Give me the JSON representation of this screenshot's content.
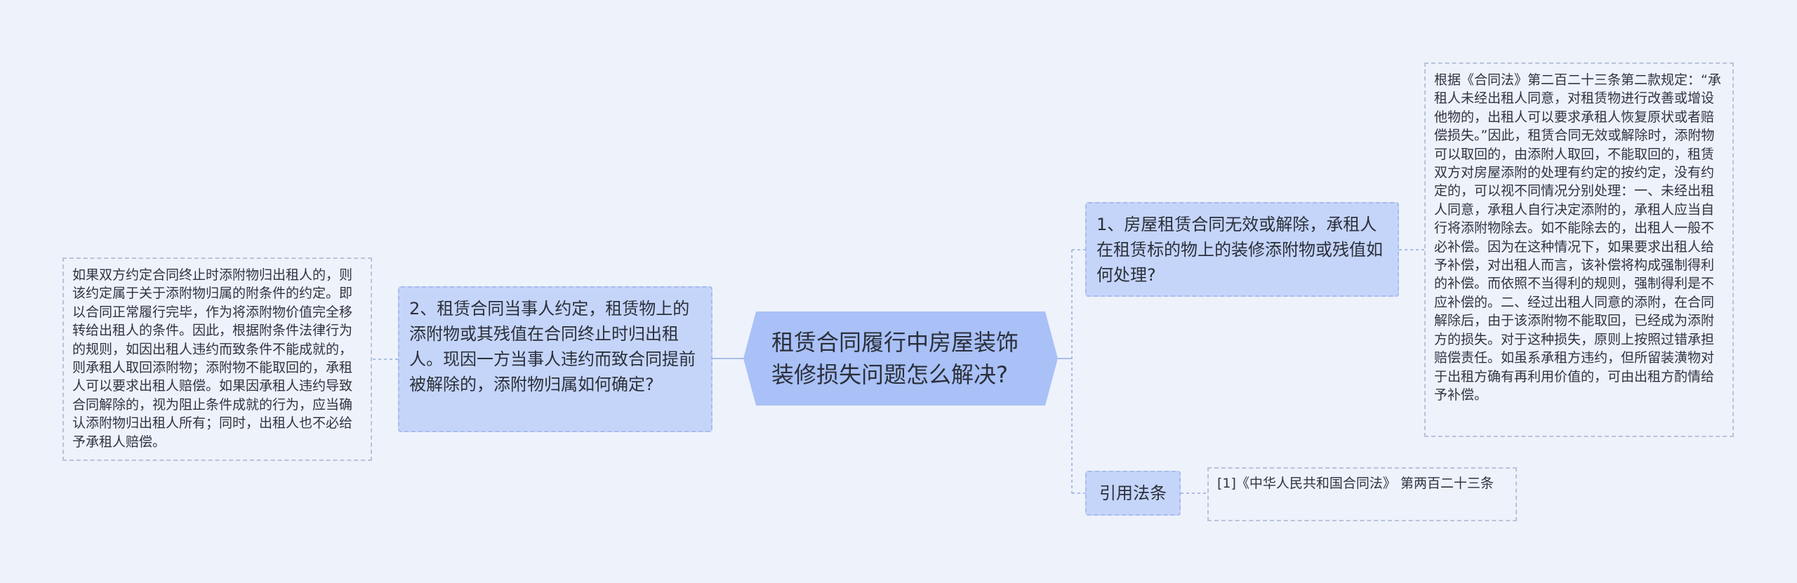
{
  "root": {
    "title": "租赁合同履行中房屋装饰装修损失问题怎么解决?"
  },
  "topics": [
    {
      "label": "1、房屋租赁合同无效或解除，承租人在租赁标的物上的装修添附物或残值如何处理?",
      "detail": "根据《合同法》第二百二十三条第二款规定：“承租人未经出租人同意，对租赁物进行改善或增设他物的，出租人可以要求承租人恢复原状或者赔偿损失。”因此，租赁合同无效或解除时，添附物可以取回的，由添附人取回，不能取回的，租赁双方对房屋添附的处理有约定的按约定，没有约定的，可以视不同情况分别处理：一、未经出租人同意，承租人自行决定添附的，承租人应当自行将添附物除去。如不能除去的，出租人一般不必补偿。因为在这种情况下，如果要求出租人给予补偿，对出租人而言，该补偿将构成强制得利的补偿。而依照不当得利的规则，强制得利是不应补偿的。二、经过出租人同意的添附，在合同解除后，由于该添附物不能取回，已经成为添附方的损失。对于这种损失，原则上按照过错承担赔偿责任。如虽系承租方违约，但所留装潢物对于出租方确有再利用价值的，可由出租方酌情给予补偿。"
    },
    {
      "label": "2、租赁合同当事人约定，租赁物上的添附物或其残值在合同终止时归出租人。现因一方当事人违约而致合同提前被解除的，添附物归属如何确定?",
      "detail": "如果双方约定合同终止时添附物归出租人的，则该约定属于关于添附物归属的附条件的约定。即以合同正常履行完毕，作为将添附物价值完全移转给出租人的条件。因此，根据附条件法律行为的规则，如因出租人违约而致条件不能成就的，则承租人取回添附物；添附物不能取回的，承租人可以要求出租人赔偿。如果因承租人违约导致合同解除的，视为阻止条件成就的行为，应当确认添附物归出租人所有；同时，出租人也不必给予承租人赔偿。"
    },
    {
      "label": "引用法条",
      "detail": "[1]《中华人民共和国合同法》 第两百二十三条"
    }
  ],
  "colors": {
    "background": "#eef2fb",
    "root_fill": "#a9c1f7",
    "topic_fill": "#c5d5fa",
    "topic_border": "#a6bcea",
    "leaf_border": "#b8c3d8",
    "connector": "#a9bde8"
  }
}
